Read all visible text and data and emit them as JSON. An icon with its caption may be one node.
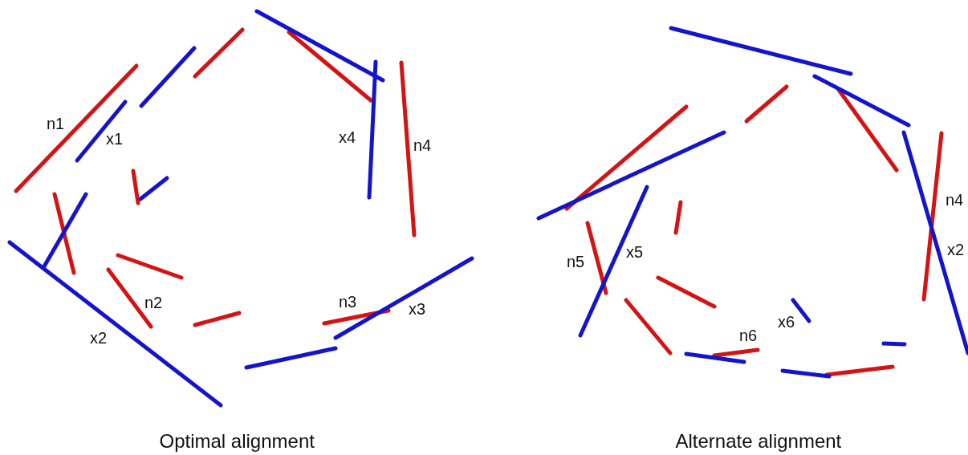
{
  "diagram": {
    "labels": [
      "n1",
      "x1",
      "x4",
      "n4",
      "n2",
      "x2",
      "n3",
      "x3",
      "Optimal alignment",
      "n4",
      "x2",
      "n5",
      "x5",
      "x6",
      "n6",
      "Alternate alignment"
    ]
  }
}
